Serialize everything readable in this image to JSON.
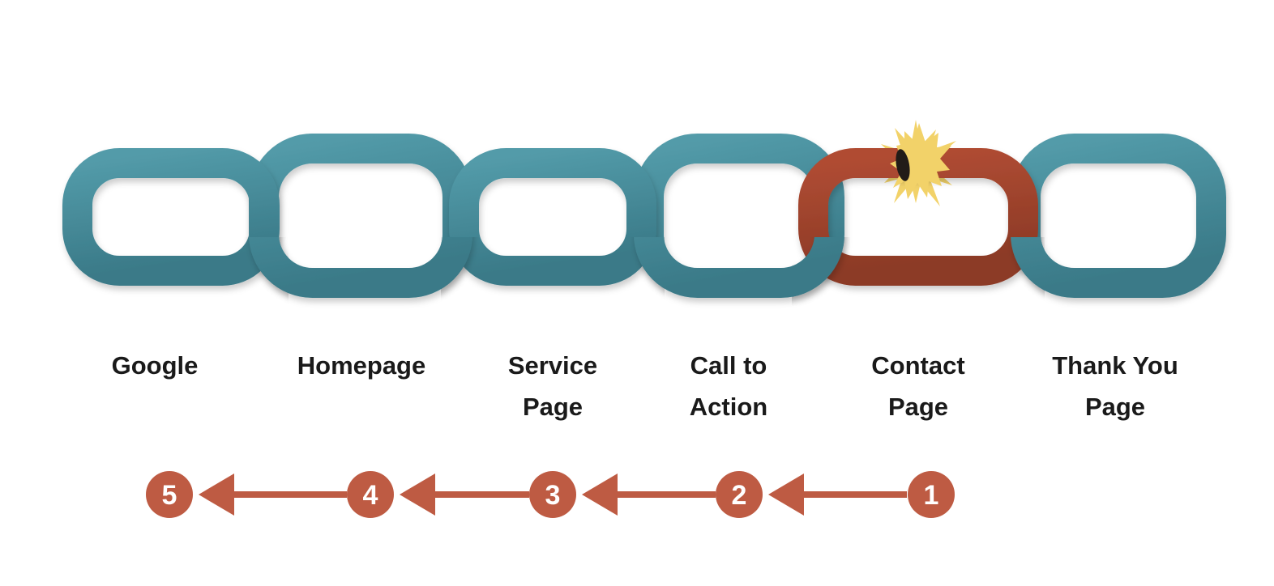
{
  "diagram": {
    "title": "broken-link-chain",
    "links": [
      {
        "label": "Google",
        "state": "intact"
      },
      {
        "label": "Homepage",
        "state": "intact"
      },
      {
        "label": "Service Page",
        "state": "intact"
      },
      {
        "label": "Call to Action",
        "state": "intact"
      },
      {
        "label": "Contact Page",
        "state": "broken"
      },
      {
        "label": "Thank You Page",
        "state": "intact"
      }
    ],
    "colors": {
      "chain_teal_light": "#539BA9",
      "chain_teal_dark": "#3A7A88",
      "broken_red_light": "#B04C33",
      "broken_red_dark": "#8C3A26",
      "burst_yellow": "#F2D269",
      "crack_black": "#211C18",
      "sequence_rust": "#BE5B43",
      "label_text": "#1A1A1A",
      "number_text": "#FFFFFF"
    }
  },
  "sequence": {
    "direction": "right-to-left",
    "numbers": [
      "5",
      "4",
      "3",
      "2",
      "1"
    ]
  }
}
